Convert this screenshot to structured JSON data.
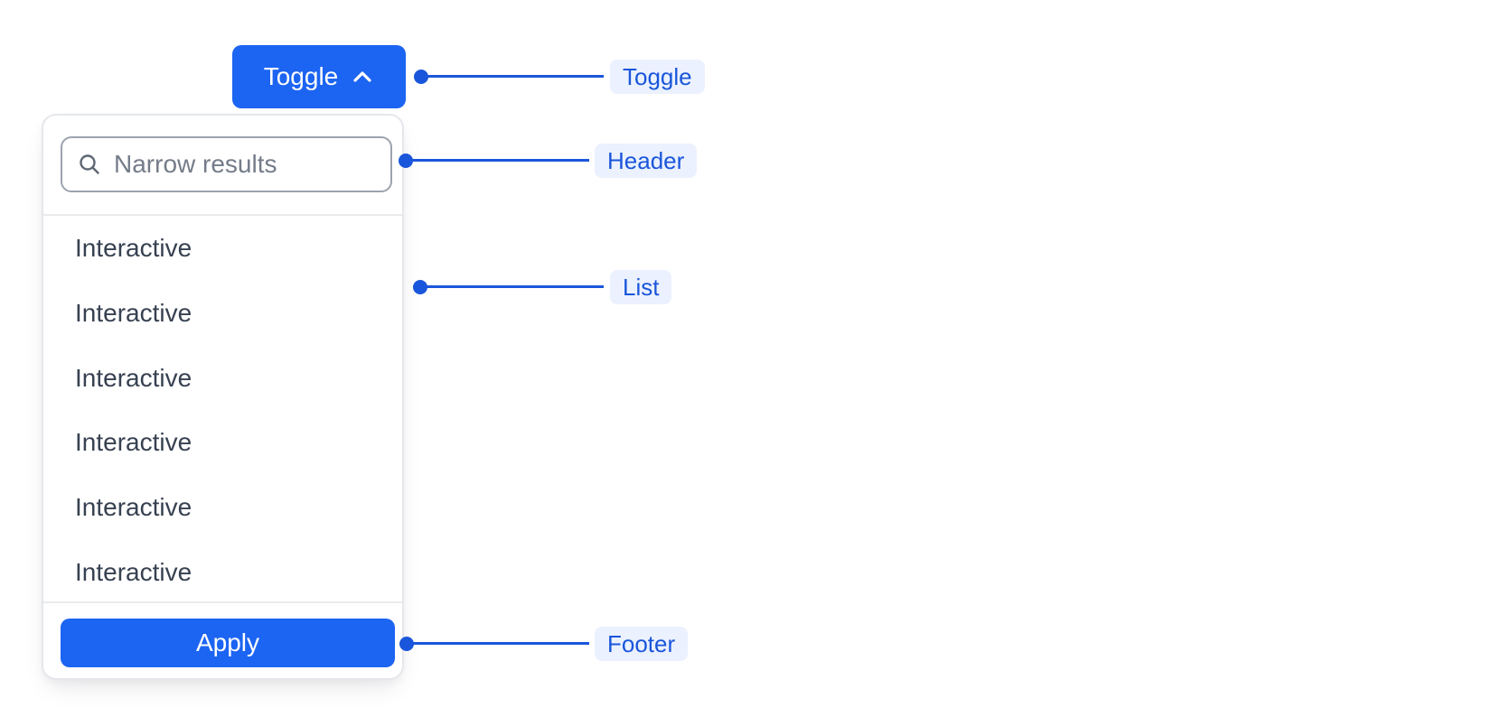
{
  "colors": {
    "primary_button_blue": "#1C64F2",
    "annotation_blue": "#1A56DB",
    "annotation_pill_bg": "#EBF1FE",
    "list_text": "#374151",
    "panel_border": "#E5E7EB",
    "input_border": "#9CA3AF"
  },
  "toggle_button": {
    "label": "Toggle",
    "icon": "chevron-up-icon"
  },
  "dropdown": {
    "header": {
      "icon": "search-icon",
      "search_placeholder": "Narrow results",
      "search_value": ""
    },
    "list": {
      "items": [
        "Interactive",
        "Interactive",
        "Interactive",
        "Interactive",
        "Interactive",
        "Interactive"
      ]
    },
    "footer": {
      "apply_label": "Apply"
    }
  },
  "annotations": {
    "toggle": {
      "label": "Toggle"
    },
    "header": {
      "label": "Header"
    },
    "list": {
      "label": "List"
    },
    "footer": {
      "label": "Footer"
    }
  }
}
